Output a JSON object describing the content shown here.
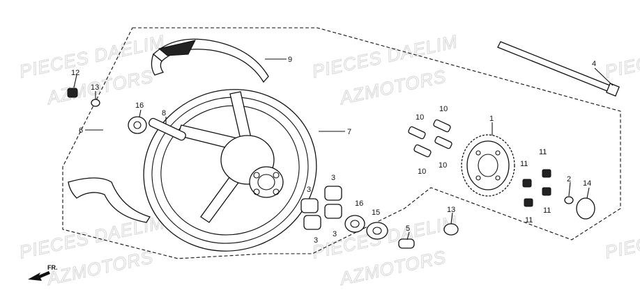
{
  "watermark": {
    "line1": "PIECES DAELIM",
    "line2": "AZMOTORS"
  },
  "direction_label": "FR.",
  "callouts": {
    "c1": "1",
    "c2": "2",
    "c3a": "3",
    "c3b": "3",
    "c3c": "3",
    "c3d": "3",
    "c4": "4",
    "c5": "5",
    "c6": "6",
    "c7": "7",
    "c8": "8",
    "c9": "9",
    "c10a": "10",
    "c10b": "10",
    "c10c": "10",
    "c10d": "10",
    "c11a": "11",
    "c11b": "11",
    "c11c": "11",
    "c11d": "11",
    "c12": "12",
    "c13a": "13",
    "c13b": "13",
    "c14": "14",
    "c15": "15",
    "c16a": "16",
    "c16b": "16"
  }
}
